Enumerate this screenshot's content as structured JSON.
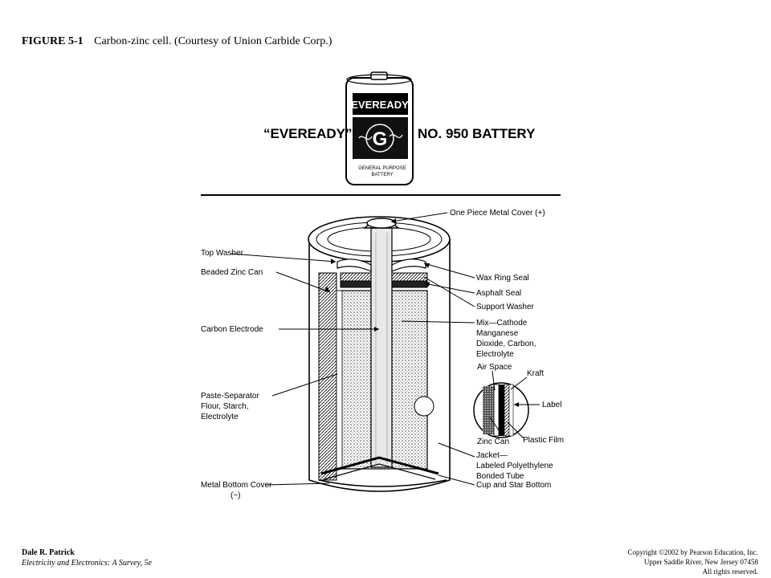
{
  "caption": {
    "figure": "FIGURE 5-1",
    "text": "Carbon-zinc cell. (Courtesy of Union Carbide Corp.)"
  },
  "product": {
    "brand_quoted": "“EVEREADY”",
    "model": "NO. 950 BATTERY",
    "can_brand": "EVEREADY",
    "can_logo": "G",
    "can_text_1": "GENERAL PURPOSE",
    "can_text_2": "BATTERY"
  },
  "labels": {
    "one_piece_cover": "One Piece Metal Cover (+)",
    "top_washer": "Top Washer",
    "beaded_zinc_can": "Beaded Zinc Can",
    "wax_ring_seal": "Wax Ring Seal",
    "asphalt_seal": "Asphalt Seal",
    "support_washer": "Support Washer",
    "carbon_electrode": "Carbon Electrode",
    "mix_cathode_1": "Mix—Cathode",
    "mix_cathode_2": "Manganese",
    "mix_cathode_3": "Dioxide, Carbon,",
    "mix_cathode_4": "Electrolyte",
    "air_space": "Air Space",
    "kraft": "Kraft",
    "label": "Label",
    "paste_sep_1": "Paste-Separator",
    "paste_sep_2": "Flour, Starch,",
    "paste_sep_3": "Electrolyte",
    "zinc_can": "Zinc Can",
    "plastic_film": "Plastic Film",
    "jacket_1": "Jacket—",
    "jacket_2": "Labeled Polyethylene",
    "jacket_3": "Bonded Tube",
    "cup_star": "Cup and Star Bottom",
    "metal_bottom_1": "Metal Bottom Cover",
    "metal_bottom_2": "(−)"
  },
  "footer": {
    "author": "Dale R. Patrick",
    "book": "Electricity and Electronics:  A Survey, 5e",
    "copyright_1": "Copyright ©2002 by Pearson Education, Inc.",
    "copyright_2": "Upper Saddle River, New Jersey 07458",
    "copyright_3": "All rights reserved."
  }
}
